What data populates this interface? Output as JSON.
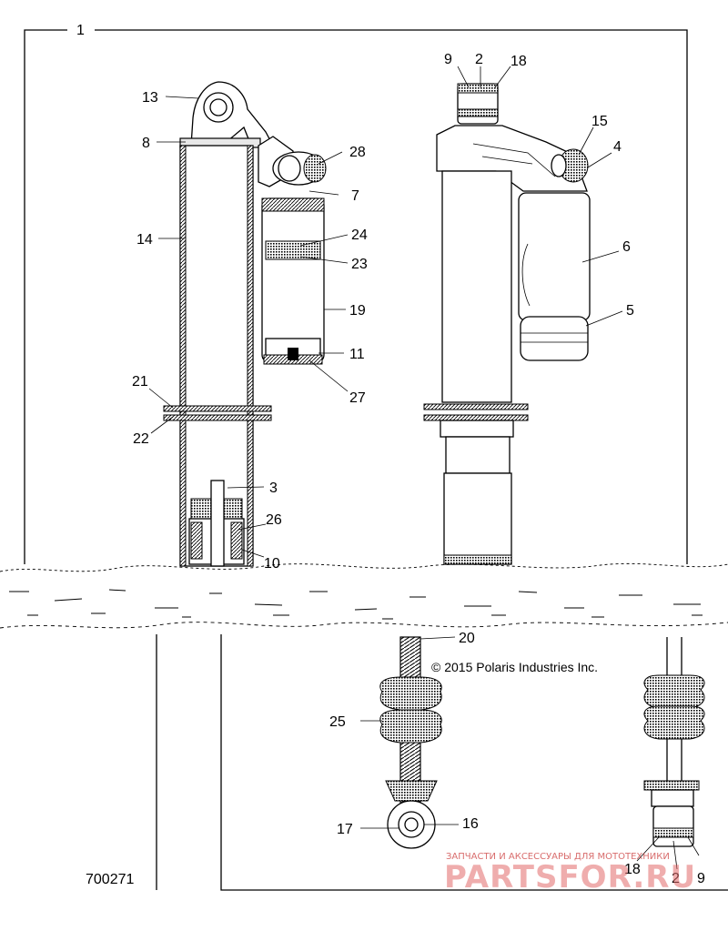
{
  "diagram_id": "700271",
  "copyright": "© 2015 Polaris Industries Inc.",
  "watermark": {
    "tagline": "ЗАПЧАСТИ И АКСЕССУАРЫ ДЛЯ МОТОТЕХНИКИ",
    "brand": "PARTSFOR.RU"
  },
  "callouts": {
    "c1": "1",
    "c2a": "2",
    "c2b": "2",
    "c3": "3",
    "c4": "4",
    "c5": "5",
    "c6": "6",
    "c7": "7",
    "c8": "8",
    "c9a": "9",
    "c9b": "9",
    "c10": "10",
    "c11": "11",
    "c13": "13",
    "c14": "14",
    "c15": "15",
    "c16": "16",
    "c17": "17",
    "c18a": "18",
    "c18b": "18",
    "c19": "19",
    "c20": "20",
    "c21": "21",
    "c22": "22",
    "c23": "23",
    "c24": "24",
    "c25": "25",
    "c26": "26",
    "c27": "27",
    "c28": "28"
  }
}
